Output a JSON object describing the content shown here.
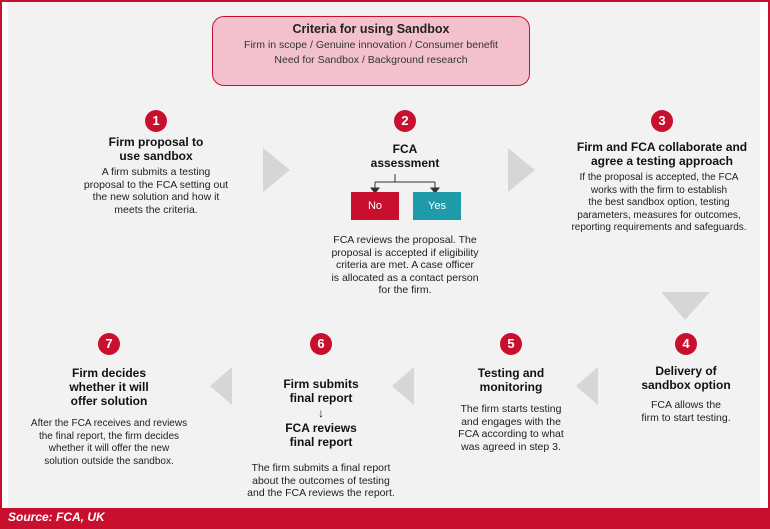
{
  "criteria": {
    "title": "Criteria for using Sandbox",
    "line1": "Firm in scope / Genuine innovation / Consumer benefit",
    "line2": "Need for Sandbox / Background research"
  },
  "steps": [
    {
      "number": "1",
      "title": [
        "Firm proposal to",
        "use sandbox"
      ],
      "text": [
        "A firm submits a testing",
        "proposal to the FCA setting out",
        "the new solution and how it",
        "meets the criteria."
      ]
    },
    {
      "number": "2",
      "title": [
        "FCA",
        "assessment"
      ],
      "text": [
        "FCA reviews the proposal. The",
        "proposal is accepted if eligibility",
        "criteria are met. A case officer",
        "is allocated as a contact person",
        "for the firm."
      ],
      "no_label": "No",
      "yes_label": "Yes"
    },
    {
      "number": "3",
      "title": [
        "Firm and FCA collaborate and",
        "agree a testing approach"
      ],
      "text": [
        "If the proposal is accepted, the FCA",
        "works with the firm to establish",
        "the best sandbox option, testing",
        "parameters, measures for outcomes,",
        "reporting requirements and safeguards."
      ]
    },
    {
      "number": "4",
      "title": [
        "Delivery of",
        "sandbox option"
      ],
      "text": [
        "FCA allows the",
        "firm to start testing."
      ]
    },
    {
      "number": "5",
      "title": [
        "Testing and",
        "monitoring"
      ],
      "text": [
        "The firm starts testing",
        "and engages with the",
        "FCA according to what",
        "was agreed in step 3."
      ]
    },
    {
      "number": "6",
      "title": [
        "Firm submits",
        "final report"
      ],
      "arrow": "↓",
      "title2": [
        "FCA reviews",
        "final report"
      ],
      "text": [
        "The firm submits a final report",
        "about the outcomes of testing",
        "and the FCA reviews the report."
      ]
    },
    {
      "number": "7",
      "title": [
        "Firm decides",
        "whether it will",
        "offer solution"
      ],
      "text": [
        "After the FCA receives and reviews",
        "the final report, the firm decides",
        "whether it will offer the new",
        "solution outside the sandbox."
      ]
    }
  ],
  "colors": {
    "accent": "#c8102e",
    "yes": "#1e9aa8",
    "no": "#c8102e",
    "pink": "#f3c1cd",
    "arrow": "#d6d6d6"
  },
  "source": "Source: FCA, UK"
}
